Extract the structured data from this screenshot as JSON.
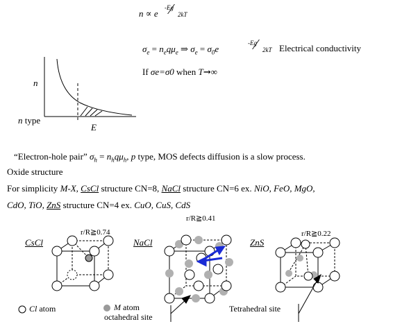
{
  "eq1": {
    "lhs": "n",
    "prop": "∝",
    "base": "e",
    "exp_minus": "-",
    "exp_num": "Eg",
    "exp_den": "2kT"
  },
  "eq2": {
    "sigma_e": "σ",
    "sub_e": "e",
    "eq": "=",
    "rhs1": "n",
    "q_mu": "qμ",
    "arrow": "⇒",
    "sigma0": "σ",
    "sub0": "0",
    "base": "e",
    "exp_minus": "-",
    "exp_num": "Eg",
    "exp_den": "2kT",
    "label": "Electrical conductivity"
  },
  "eq3": {
    "if": "If",
    "cond": "σe=σ0",
    "when": "when",
    "T": "T",
    "arrow": "→",
    "inf": "∞"
  },
  "graph": {
    "ylabel": "n",
    "xlabel": "E",
    "type_label_n": "n",
    "type_label": "type"
  },
  "para1": {
    "quote": "“Electron-hole pair”",
    "sigma_h": "σ",
    "sub_h": "h",
    "eq": "=",
    "nh": "n",
    "nh_sub": "h",
    "q_mu": "qμ",
    "mu_sub": "h",
    "comma": ",",
    "p": "p",
    "rest": "type, MOS defects diffusion is a slow process."
  },
  "oxide_heading": "Oxide structure",
  "para2": {
    "line1_a": "For simplicity",
    "mx": "M-X,",
    "cscl": "CsCl",
    "mid1": "structure CN=8,",
    "nacl": "NaCl",
    "mid2": "structure CN=6 ex.",
    "ex1": "NiO, FeO, MgO,",
    "line2_a": "CdO, TiO,",
    "zns": "ZnS",
    "mid3": "structure CN=4 ex.",
    "ex2": "CuO, CuS, CdS"
  },
  "diagram": {
    "ratio_nacl": "r/R≧0.41",
    "ratio_cscl": "r/R≧0.74",
    "ratio_zns": "r/R≧0.22",
    "label_cscl": "CsCl",
    "label_nacl": "NaCl",
    "label_zns": "ZnS",
    "legend_cl_symbol": "Cl",
    "legend_cl_word": "atom",
    "legend_m_symbol": "M",
    "legend_m_word": "atom",
    "octahedral": "octahedral site",
    "tetrahedral": "Tetrahedral site"
  },
  "colors": {
    "text": "#000000",
    "gray_atom": "#9a9a9a",
    "arrow_blue": "#1a2bd6"
  }
}
